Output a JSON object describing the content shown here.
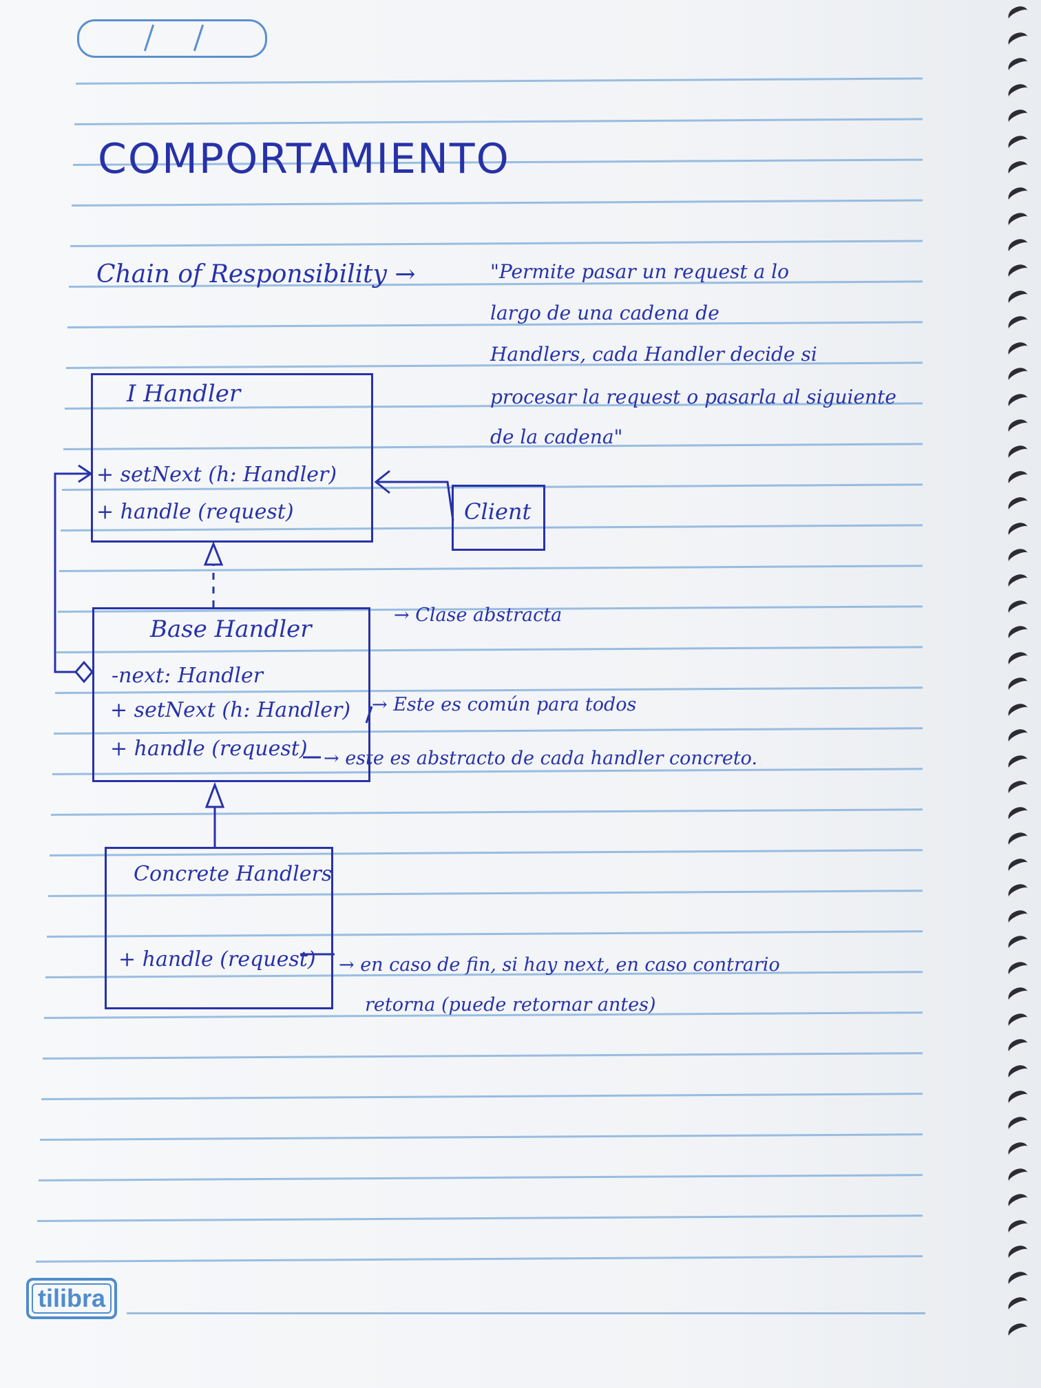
{
  "page": {
    "heading": "COMPORTAMIENTO",
    "pattern_name": "Chain of Responsibility →",
    "description_lines": [
      "\"Permite pasar un request a lo",
      "largo de una cadena de",
      "Handlers, cada Handler decide si",
      "procesar la request o pasarla al siguiente",
      "de la cadena\""
    ],
    "logo": "tilibra"
  },
  "diagram": {
    "ihandler": {
      "title": "I Handler",
      "methods": [
        "+ setNext (h: Handler)",
        "+ handle (request)"
      ]
    },
    "client": {
      "title": "Client"
    },
    "basehandler": {
      "title": "Base Handler",
      "fields": [
        "-next: Handler"
      ],
      "methods": [
        "+ setNext (h: Handler)",
        "+ handle (request)"
      ]
    },
    "concrete": {
      "title": "Concrete Handlers",
      "methods": [
        "+ handle (request)"
      ]
    },
    "notes": {
      "abstract_class": "→ Clase abstracta",
      "set_next": "→ Este es común para todos",
      "handle_base": "→ este es abstracto de cada handler concreto.",
      "concrete_line1": "→ en caso de fin, si hay next, en caso contrario",
      "concrete_line2": "retorna (puede retornar antes)"
    }
  },
  "colors": {
    "ink": "#2732a8",
    "rule": "#7aaad8",
    "paper": "#f4f6f8",
    "spiral": "#2b2d33"
  }
}
